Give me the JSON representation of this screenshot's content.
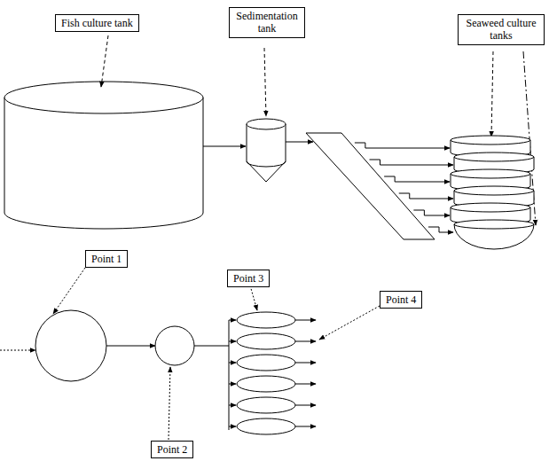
{
  "diagram": {
    "nodes": [
      {
        "text": [
          "Fish culture tank"
        ]
      },
      {
        "text": [
          "Sedimentation tank"
        ]
      },
      {
        "text": [
          "Seaweed culture tanks"
        ]
      },
      {
        "text": [
          "Point 1"
        ]
      },
      {
        "text": [
          "Point 2"
        ]
      },
      {
        "text": [
          "Point 3"
        ]
      },
      {
        "text": [
          "Point 4"
        ]
      }
    ]
  }
}
